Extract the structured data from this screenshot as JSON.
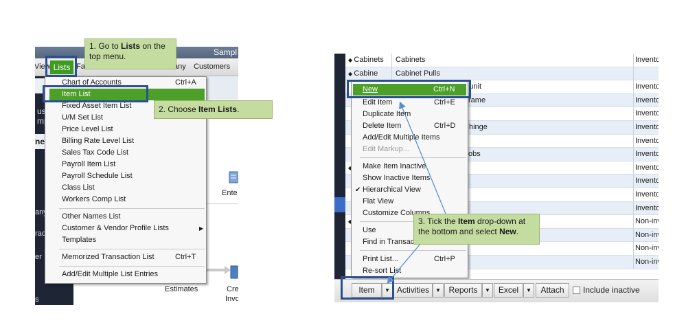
{
  "left": {
    "window_title": "Sampl",
    "menubar": {
      "view_partial": "View",
      "lists_label": "Lists",
      "fav_partial": "Fa",
      "company_partial": "any",
      "customers_label": "Customers"
    },
    "left_nav": {
      "using_partial": "usin",
      "company_partial": "mpa",
      "new_partial": "new",
      "any_partial": "any",
      "tracker_partial": "racke",
      "er_partial": "er",
      "s_partial": "s"
    },
    "home": {
      "enter_partial": "Ente",
      "estimates_label": "Estimates",
      "create_partial": "Cre",
      "invoice_partial": "Invo"
    },
    "lists_menu": [
      {
        "label": "Chart of Accounts",
        "shortcut": "Ctrl+A"
      },
      {
        "label": "Item List",
        "shortcut": "",
        "highlighted": true
      },
      {
        "label": "Fixed Asset Item List",
        "shortcut": ""
      },
      {
        "label": "U/M Set List",
        "shortcut": ""
      },
      {
        "label": "Price Level List",
        "shortcut": ""
      },
      {
        "label": "Billing Rate Level List",
        "shortcut": ""
      },
      {
        "label": "Sales Tax Code List",
        "shortcut": ""
      },
      {
        "label": "Payroll Item List",
        "shortcut": ""
      },
      {
        "label": "Payroll Schedule List",
        "shortcut": ""
      },
      {
        "label": "Class List",
        "shortcut": ""
      },
      {
        "label": "Workers Comp List",
        "shortcut": ""
      },
      {
        "label": "Other Names List",
        "shortcut": ""
      },
      {
        "label": "Customer & Vendor Profile Lists",
        "shortcut": "",
        "submenu": true
      },
      {
        "label": "Templates",
        "shortcut": ""
      },
      {
        "label": "Memorized Transaction List",
        "shortcut": "Ctrl+T"
      },
      {
        "label": "Add/Edit Multiple List Entries",
        "shortcut": ""
      }
    ],
    "callout1": {
      "prefix": "1. Go to ",
      "bold": "Lists",
      "suffix": " on the top menu."
    },
    "callout2": {
      "prefix": "2. Choose ",
      "bold": "Item Lists",
      "suffix": "."
    }
  },
  "right": {
    "rows": [
      {
        "c1": "Cabinets",
        "c2": "Cabinets",
        "c3": "Inventor"
      },
      {
        "c1": "Cabine",
        "c2": "Cabinet Pulls",
        "c3": ""
      },
      {
        "c1": "",
        "c2": "net wall unit",
        "c3": "Inventor"
      },
      {
        "c1": "",
        "c2": "rame",
        "c3": "Inventor"
      },
      {
        "c1": "",
        "c2": "",
        "c3": "Inventor"
      },
      {
        "c1": "",
        "c2": "hinge",
        "c3": "Inventor"
      },
      {
        "c1": "",
        "c2": "",
        "c3": "Inventor"
      },
      {
        "c1": "",
        "c2": "obs",
        "c3": "Inventor"
      },
      {
        "c1": "",
        "c2": "",
        "c3": "Inventor"
      },
      {
        "c1": "",
        "c2": "",
        "c3": "Inventor"
      },
      {
        "c1": "",
        "c2": "",
        "c3": "Inventor"
      },
      {
        "c1": "",
        "c2": "",
        "c3": "Inventor"
      },
      {
        "c1": "",
        "c2": "",
        "c3": "Non-inv"
      },
      {
        "c1": "",
        "c2": "",
        "c3": "Non-inv"
      },
      {
        "c1": "",
        "c2": "",
        "c3": "Non-inv"
      },
      {
        "c1": "",
        "c2": "",
        "c3": "Non-inv"
      }
    ],
    "item_menu": [
      {
        "label": "New",
        "shortcut": "Ctrl+N",
        "highlighted": true
      },
      {
        "label": "Edit Item",
        "shortcut": "Ctrl+E"
      },
      {
        "label": "Duplicate Item",
        "shortcut": ""
      },
      {
        "label": "Delete Item",
        "shortcut": "Ctrl+D"
      },
      {
        "label": "Add/Edit Multiple Items",
        "shortcut": ""
      },
      {
        "label": "Edit Markup...",
        "shortcut": "",
        "disabled": true
      },
      {
        "label": "Make Item Inactive",
        "shortcut": ""
      },
      {
        "label": "Show Inactive Items",
        "shortcut": ""
      },
      {
        "label": "Hierarchical View",
        "shortcut": "",
        "checked": true
      },
      {
        "label": "Flat View",
        "shortcut": ""
      },
      {
        "label": "Customize Columns",
        "shortcut": ""
      },
      {
        "label": "Use",
        "shortcut": ""
      },
      {
        "label": "Find in Transactions",
        "shortcut": ""
      },
      {
        "label": "Print List...",
        "shortcut": "Ctrl+P"
      },
      {
        "label": "Re-sort List",
        "shortcut": ""
      }
    ],
    "bottombar": {
      "item_label": "Item",
      "activities_label": "Activities",
      "reports_label": "Reports",
      "excel_label": "Excel",
      "attach_label": "Attach",
      "include_inactive_label": "Include inactive"
    },
    "callout3": {
      "prefix": "3. Tick the ",
      "bold1": "Item",
      "middle": " drop-down at the bottom and select ",
      "bold2": "New",
      "suffix": "."
    },
    "check_glyph": "✔"
  },
  "colors": {
    "highlight_green": "#4ca02a",
    "callout_green": "#c5dca0",
    "frame_blue": "#2a4f8f",
    "arrow_blue": "#5b8fd0"
  }
}
